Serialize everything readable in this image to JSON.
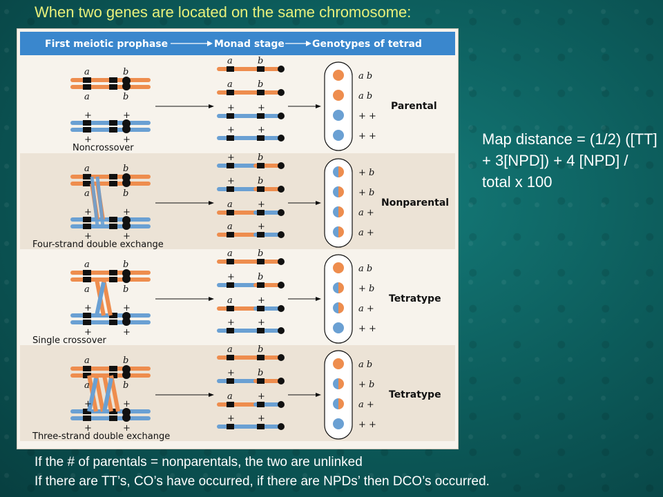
{
  "title": "When two genes are located on the same chromosome:",
  "header": {
    "col1": "First meiotic prophase",
    "col2": "Monad stage",
    "col3": "Genotypes of tetrad"
  },
  "rows": [
    {
      "caption": "Noncrossover",
      "type_label": "Parental",
      "chromosome_labels": [
        "a",
        "b",
        "a",
        "b",
        "+",
        "+",
        "+",
        "+"
      ],
      "monads": [
        [
          "a",
          "b"
        ],
        [
          "a",
          "b"
        ],
        [
          "+",
          "+"
        ],
        [
          "+",
          "+"
        ]
      ],
      "genotypes": [
        "a b",
        "a b",
        "+ +",
        "+ +"
      ]
    },
    {
      "caption": "Four-strand double exchange",
      "type_label": "Nonparental",
      "chromosome_labels": [
        "a",
        "b",
        "a",
        "b",
        "+",
        "+",
        "+",
        "+"
      ],
      "monads": [
        [
          "+",
          "b"
        ],
        [
          "+",
          "b"
        ],
        [
          "a",
          "+"
        ],
        [
          "a",
          "+"
        ]
      ],
      "genotypes": [
        "+ b",
        "+ b",
        "a +",
        "a +"
      ]
    },
    {
      "caption": "Single crossover",
      "type_label": "Tetratype",
      "chromosome_labels": [
        "a",
        "b",
        "a",
        "b",
        "+",
        "+",
        "+",
        "+"
      ],
      "monads": [
        [
          "a",
          "b"
        ],
        [
          "+",
          "b"
        ],
        [
          "a",
          "+"
        ],
        [
          "+",
          "+"
        ]
      ],
      "genotypes": [
        "a b",
        "+ b",
        "a +",
        "+ +"
      ]
    },
    {
      "caption": "Three-strand double exchange",
      "type_label": "Tetratype",
      "chromosome_labels": [
        "a",
        "b",
        "a",
        "b",
        "+",
        "+",
        "+",
        "+"
      ],
      "monads": [
        [
          "a",
          "b"
        ],
        [
          "+",
          "b"
        ],
        [
          "a",
          "+"
        ],
        [
          "+",
          "+"
        ]
      ],
      "genotypes": [
        "a b",
        "+ b",
        "a +",
        "+ +"
      ]
    }
  ],
  "formula": "Map distance = (1/2) ([TT] + 3[NPD]) + 4 [NPD] / total x 100",
  "footnotes": [
    "If the # of parentals = nonparentals, the two are unlinked",
    "If there are TT’s, CO’s have occurred, if there are NPDs’ then DCO’s occurred."
  ],
  "colors": {
    "orange": "#ee8d4e",
    "blue": "#6aa0d3",
    "header_blue": "#3a87cd",
    "title_yellow": "#e8f07a"
  }
}
